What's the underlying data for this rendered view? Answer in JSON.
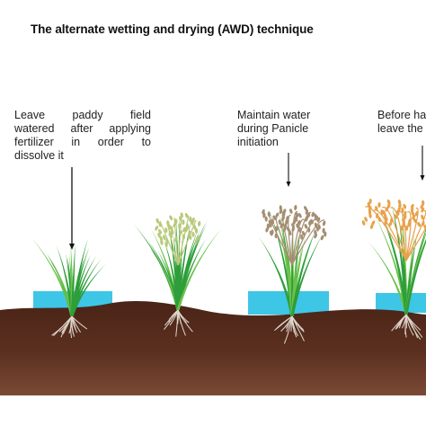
{
  "title": "The alternate wetting and drying (AWD) technique",
  "labels": {
    "stage1": [
      "Leave paddy field",
      "watered after applying",
      "fertilizer in order to",
      "dissolve it"
    ],
    "stage2": [
      "Maintain water",
      "during Panicle",
      "initiation"
    ],
    "stage3": [
      "Before ha",
      "leave the"
    ]
  },
  "colors": {
    "soil_top": "#4a2417",
    "soil_bottom": "#7a4a34",
    "water": "#3ec6e6",
    "leaf": "#2e9e3a",
    "leaf_light": "#6cc24a",
    "grain_green": "#b9c97a",
    "grain_brown": "#a58e72",
    "grain_golden": "#e8a14a",
    "roots": "#ded6cc"
  }
}
